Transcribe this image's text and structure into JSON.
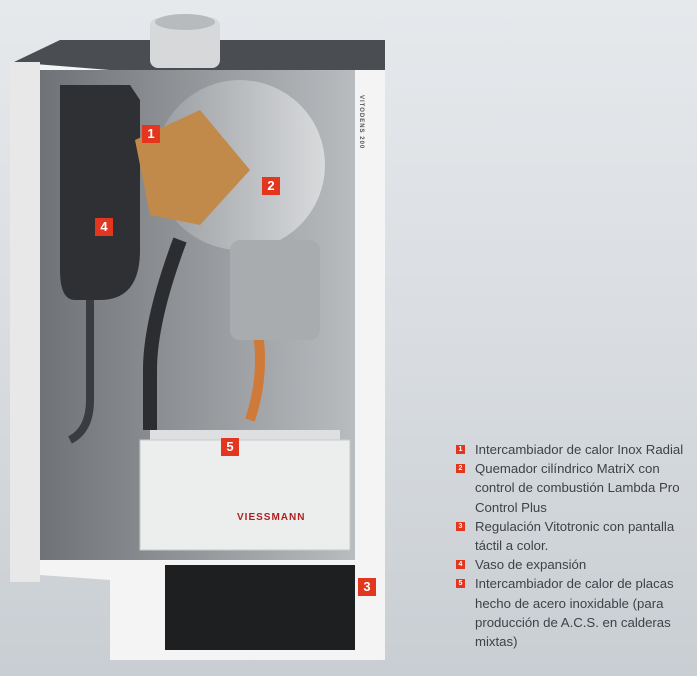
{
  "product": {
    "model_label": "VITODENS 200",
    "brand_label": "VIESSMANN"
  },
  "callouts": [
    "1",
    "2",
    "3",
    "4",
    "5"
  ],
  "legend": [
    {
      "num": "1",
      "text": "Intercambiador de calor Inox Radial"
    },
    {
      "num": "2",
      "text": "Quemador cilíndrico MatriX con control de combustión Lambda Pro Control Plus"
    },
    {
      "num": "3",
      "text": "Regulación Vitotronic con pantalla táctil a color."
    },
    {
      "num": "4",
      "text": "Vaso de expansión"
    },
    {
      "num": "5",
      "text": "Intercambiador de calor de placas hecho de acero inoxidable (para producción de A.C.S. en calderas mixtas)"
    }
  ],
  "colors": {
    "accent": "#e2361f",
    "text": "#3e4247"
  }
}
